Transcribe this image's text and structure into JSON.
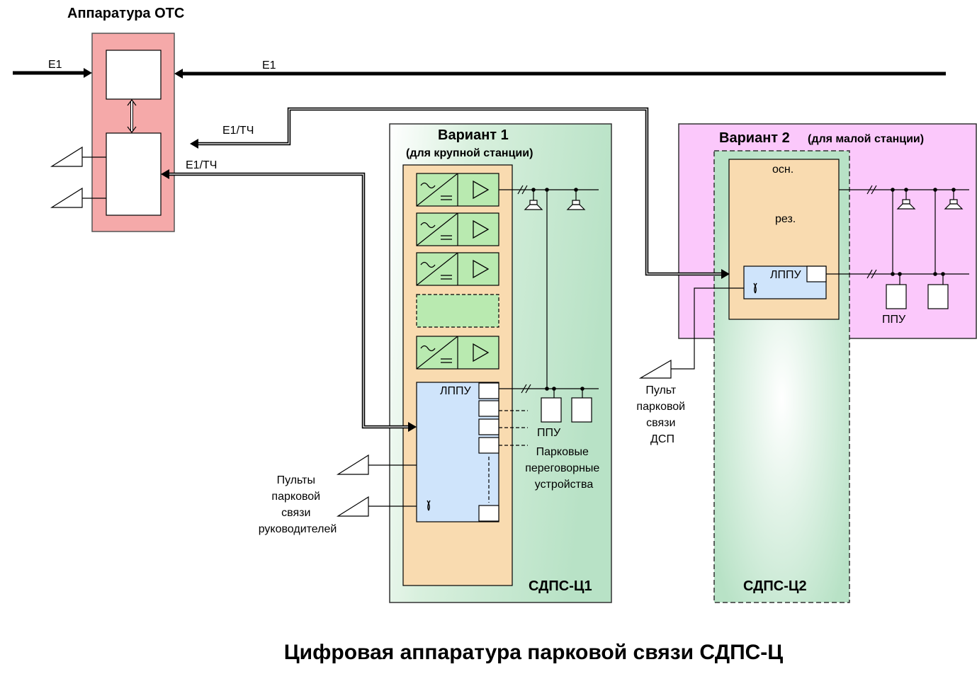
{
  "diagram": {
    "ots_title": "Аппаратура ОТС",
    "e1_left": "E1",
    "e1_top": "E1",
    "e1_tch_upper": "E1/ТЧ",
    "e1_tch_lower": "E1/ТЧ",
    "variant1": {
      "title": "Вариант 1",
      "subtitle": "(для крупной станции)",
      "lppu": "ЛППУ",
      "ppu": "ППУ",
      "park_devices": "Парковые\nпереговорные\nустройства",
      "consoles": "Пульты\nпарковой\nсвязи\nруководителей",
      "product": "СДПС-Ц1"
    },
    "variant2": {
      "title": "Вариант 2",
      "subtitle": "(для малой станции)",
      "main": "осн.",
      "reserve": "рез.",
      "lppu": "ЛППУ",
      "ppu": "ППУ",
      "dsp_console": "Пульт\nпарковой\nсвязи\nДСП",
      "product": "СДПС-Ц2"
    },
    "caption": "Цифровая аппаратура парковой связи СДПС-Ц",
    "colors": {
      "ots_fill": "#f5a9a9",
      "variant1_fill": "#c5e8c5",
      "variant2_fill": "#fbc8fb",
      "unit_fill": "#f9dbb0",
      "module_fill": "#b9eab0",
      "lppu_fill": "#cfe4fb"
    }
  }
}
